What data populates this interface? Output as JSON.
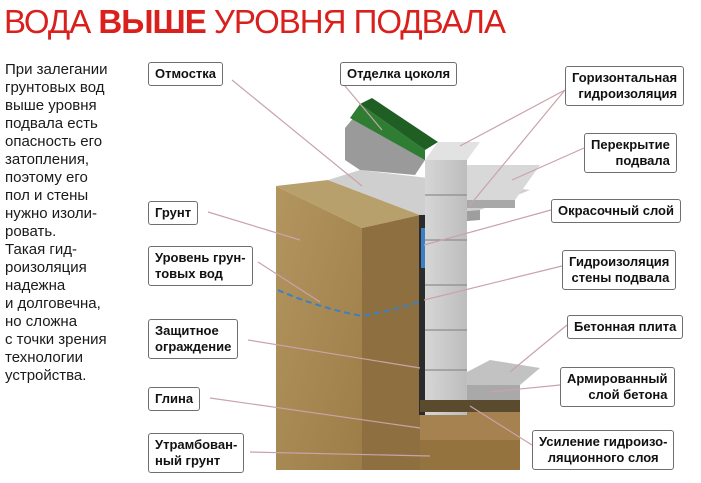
{
  "title": {
    "part1": "ВОДА ",
    "part2": "ВЫШЕ",
    "part3": " УРОВНЯ ПОДВАЛА"
  },
  "intro": {
    "lines": [
      "При залегании",
      "грунтовых вод",
      "выше уровня",
      "подвала есть",
      "опасность его",
      "затопления,",
      "поэтому его",
      "пол и стены",
      "нужно изоли-",
      "ровать.",
      "Такая гид-",
      "роизоляция",
      "надежна",
      "и долговечна,",
      "но сложна",
      "с точки зрения",
      "технологии",
      "устройства."
    ]
  },
  "labels": {
    "otmostka": [
      "Отмостка"
    ],
    "otdelka": [
      "Отделка цоколя"
    ],
    "horiz": [
      "Горизонтальная",
      "гидроизоляция"
    ],
    "perekrytie": [
      "Перекрытие",
      "подвала"
    ],
    "grunt": [
      "Грунт"
    ],
    "okras": [
      "Окрасочный слой"
    ],
    "uroven": [
      "Уровень грун-",
      "товых вод"
    ],
    "gidrosten": [
      "Гидроизоляция",
      "стены подвала"
    ],
    "zashch": [
      "Защитное",
      "ограждение"
    ],
    "beton": [
      "Бетонная плита"
    ],
    "armir": [
      "Армированный",
      "слой бетона"
    ],
    "glina": [
      "Глина"
    ],
    "utramb": [
      "Утрамбован-",
      "ный грунт"
    ],
    "usilenie": [
      "Усиление гидроизо-",
      "ляционного слоя"
    ]
  },
  "colors": {
    "title": "#d9201d",
    "leader": "#c9a3aa",
    "border": "#6f6f6f",
    "soil_front": "#a98a52",
    "soil_top": "#b59a62",
    "block": "#c9c9c9",
    "water": "#3b7fc4",
    "grass": "#2e7d32"
  }
}
